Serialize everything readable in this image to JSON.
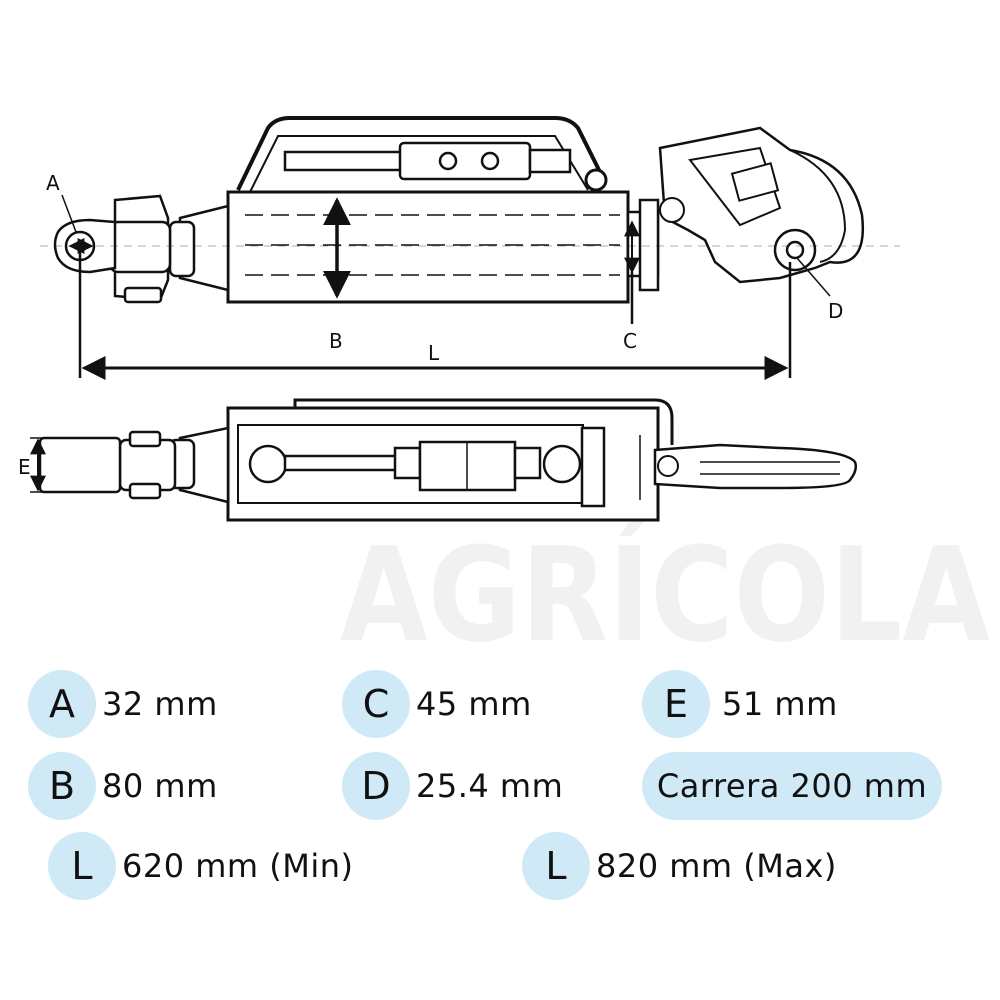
{
  "diagram": {
    "dimension_labels": {
      "A": "A",
      "B": "B",
      "C": "C",
      "D": "D",
      "E": "E",
      "L": "L"
    },
    "watermark": "AGRÍCOLA"
  },
  "specs": {
    "A": {
      "letter": "A",
      "value": "32 mm"
    },
    "B": {
      "letter": "B",
      "value": "80 mm"
    },
    "C": {
      "letter": "C",
      "value": "45 mm"
    },
    "D": {
      "letter": "D",
      "value": "25.4 mm"
    },
    "E": {
      "letter": "E",
      "value": "51 mm"
    },
    "stroke": "Carrera 200 mm",
    "L_min": {
      "letter": "L",
      "value": "620 mm (Min)"
    },
    "L_max": {
      "letter": "L",
      "value": "820 mm (Max)"
    }
  },
  "colors": {
    "badge": "#cfe9f6",
    "line": "#111111",
    "watermark": "#f1f1f1"
  }
}
